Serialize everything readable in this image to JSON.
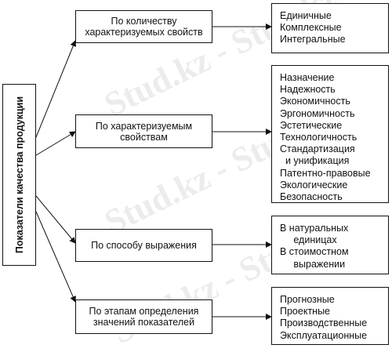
{
  "watermark": "Stud.kz - Stud.kz",
  "main_label": "Показатели качества продукции",
  "nodes": [
    {
      "label": "По количеству\nхарактеризуемых свойств",
      "items": [
        "Единичные",
        "Комплексные",
        "Интегральные"
      ]
    },
    {
      "label": "По характеризуемым\nсвойствам",
      "items": [
        "Назначение",
        "Надежность",
        "Экономичность",
        "Эргономичность",
        "Эстетические",
        "Технологичность",
        "Стандартизация",
        "  и унификация",
        "Патентно-правовые",
        "Экологические",
        "Безопасность"
      ]
    },
    {
      "label": "По способу выражения",
      "items": [
        "В натуральных",
        "     единицах",
        "В стоимостном",
        "     выражении"
      ]
    },
    {
      "label": "По этапам определения\nзначений показателей",
      "items": [
        "Прогнозные",
        "Проектные",
        "Производственные",
        "Эксплуатационные"
      ]
    }
  ]
}
